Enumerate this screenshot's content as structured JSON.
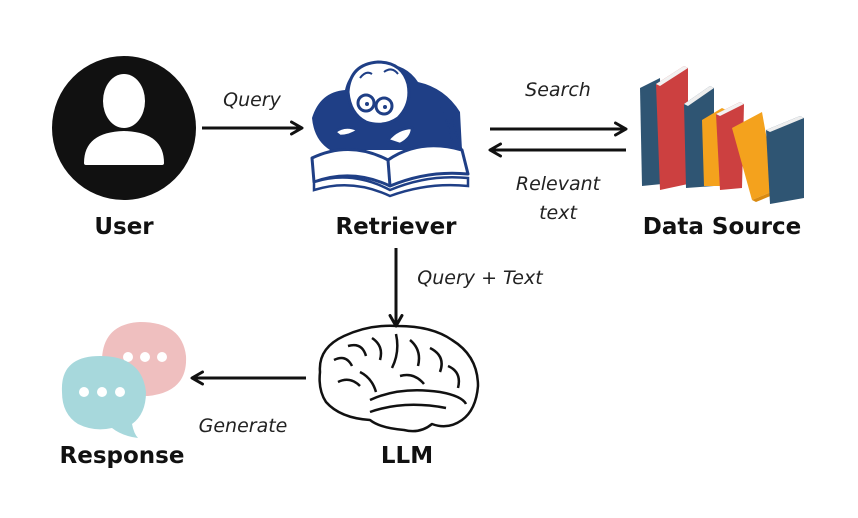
{
  "diagram": {
    "type": "flowchart",
    "nodes": {
      "user": {
        "label": "User",
        "icon": "user-avatar-icon"
      },
      "retriever": {
        "label": "Retriever",
        "icon": "reader-with-book-icon"
      },
      "data_source": {
        "label": "Data Source",
        "icon": "books-icon"
      },
      "llm": {
        "label": "LLM",
        "icon": "brain-icon"
      },
      "response": {
        "label": "Response",
        "icon": "chat-bubbles-icon"
      }
    },
    "edges": {
      "query": {
        "from": "User",
        "to": "Retriever",
        "label": "Query"
      },
      "search": {
        "from": "Retriever",
        "to": "Data Source",
        "label": "Search"
      },
      "relevant_text": {
        "from": "Data Source",
        "to": "Retriever",
        "label_line1": "Relevant",
        "label_line2": "text"
      },
      "query_text": {
        "from": "Retriever",
        "to": "LLM",
        "label": "Query + Text"
      },
      "generate": {
        "from": "LLM",
        "to": "Response",
        "label": "Generate"
      }
    },
    "colors": {
      "user_icon": "#111111",
      "retriever_blue": "#1f3f86",
      "book_teal": "#2f5573",
      "book_red": "#cc4040",
      "book_orange": "#f4a21d",
      "bubble_pink": "#efbfbf",
      "bubble_cyan": "#a7d8dc",
      "arrow": "#111111"
    }
  }
}
